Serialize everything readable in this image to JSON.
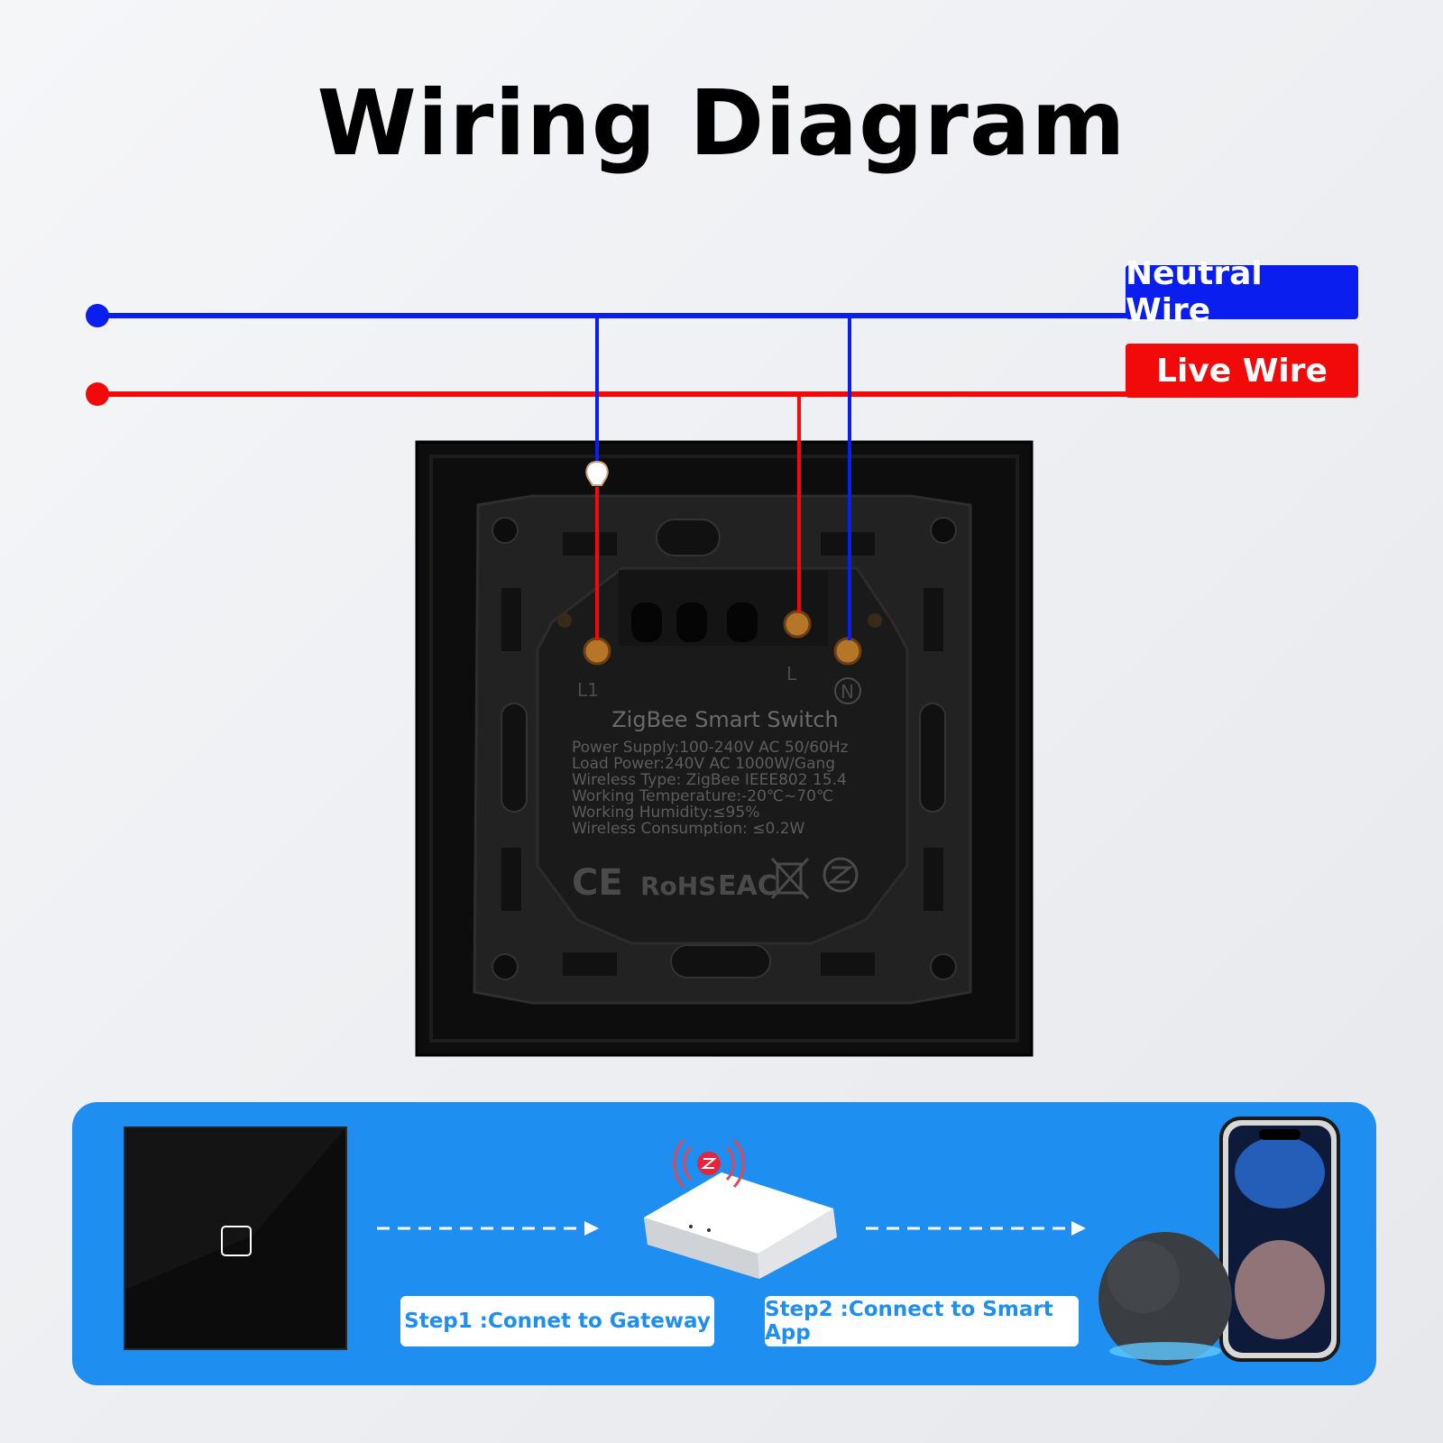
{
  "title": "Wiring Diagram",
  "wires": {
    "neutral_label": "Neutral Wire",
    "live_label": "Live Wire",
    "neutral_color": "#0a1ef0",
    "live_color": "#f20a0a"
  },
  "module": {
    "terminal_l1": "L1",
    "terminal_l": "L",
    "terminal_n": "N",
    "name": "ZigBee Smart Switch",
    "specs": [
      "Power Supply:100-240V AC 50/60Hz",
      "Load Power:240V AC 1000W/Gang",
      "Wireless Type: ZigBee IEEE802  15.4",
      "Working Temperature:-20℃~70℃",
      "Working Humidity:≤95%",
      "Wireless Consumption: ≤0.2W"
    ],
    "certifications": [
      "CE",
      "RoHS",
      "EAC",
      "weee-bin-icon",
      "zigbee-logo-icon"
    ]
  },
  "steps": {
    "panel_color": "#1e8ff0",
    "step1": "Step1 :Connet to Gateway",
    "step2": "Step2 :Connect to Smart App",
    "icons": [
      "touch-switch-panel",
      "zigbee-gateway",
      "smart-speaker",
      "smartphone"
    ]
  }
}
